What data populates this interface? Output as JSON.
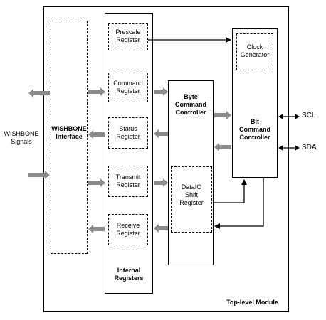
{
  "labels": {
    "wishbone_signals": "WISHBONE\nSignals",
    "wishbone_interface": "WISHBONE\nInterface",
    "prescale_register": "Prescale\nRegister",
    "command_register": "Command\nRegister",
    "status_register": "Status\nRegister",
    "transmit_register": "Transmit\nRegister",
    "receive_register": "Receive\nRegister",
    "internal_registers": "Internal\nRegisters",
    "byte_command_controller": "Byte\nCommand\nController",
    "dataio_shift_register": "DataIO\nShift\nRegister",
    "clock_generator": "Clock\nGenerator",
    "bit_command_controller": "Bit\nCommand\nController",
    "scl": "SCL",
    "sda": "SDA",
    "top_level_module": "Top-level Module"
  },
  "colors": {
    "line": "#000000",
    "arrow_fill": "#8a8a8a",
    "background": "#ffffff"
  }
}
